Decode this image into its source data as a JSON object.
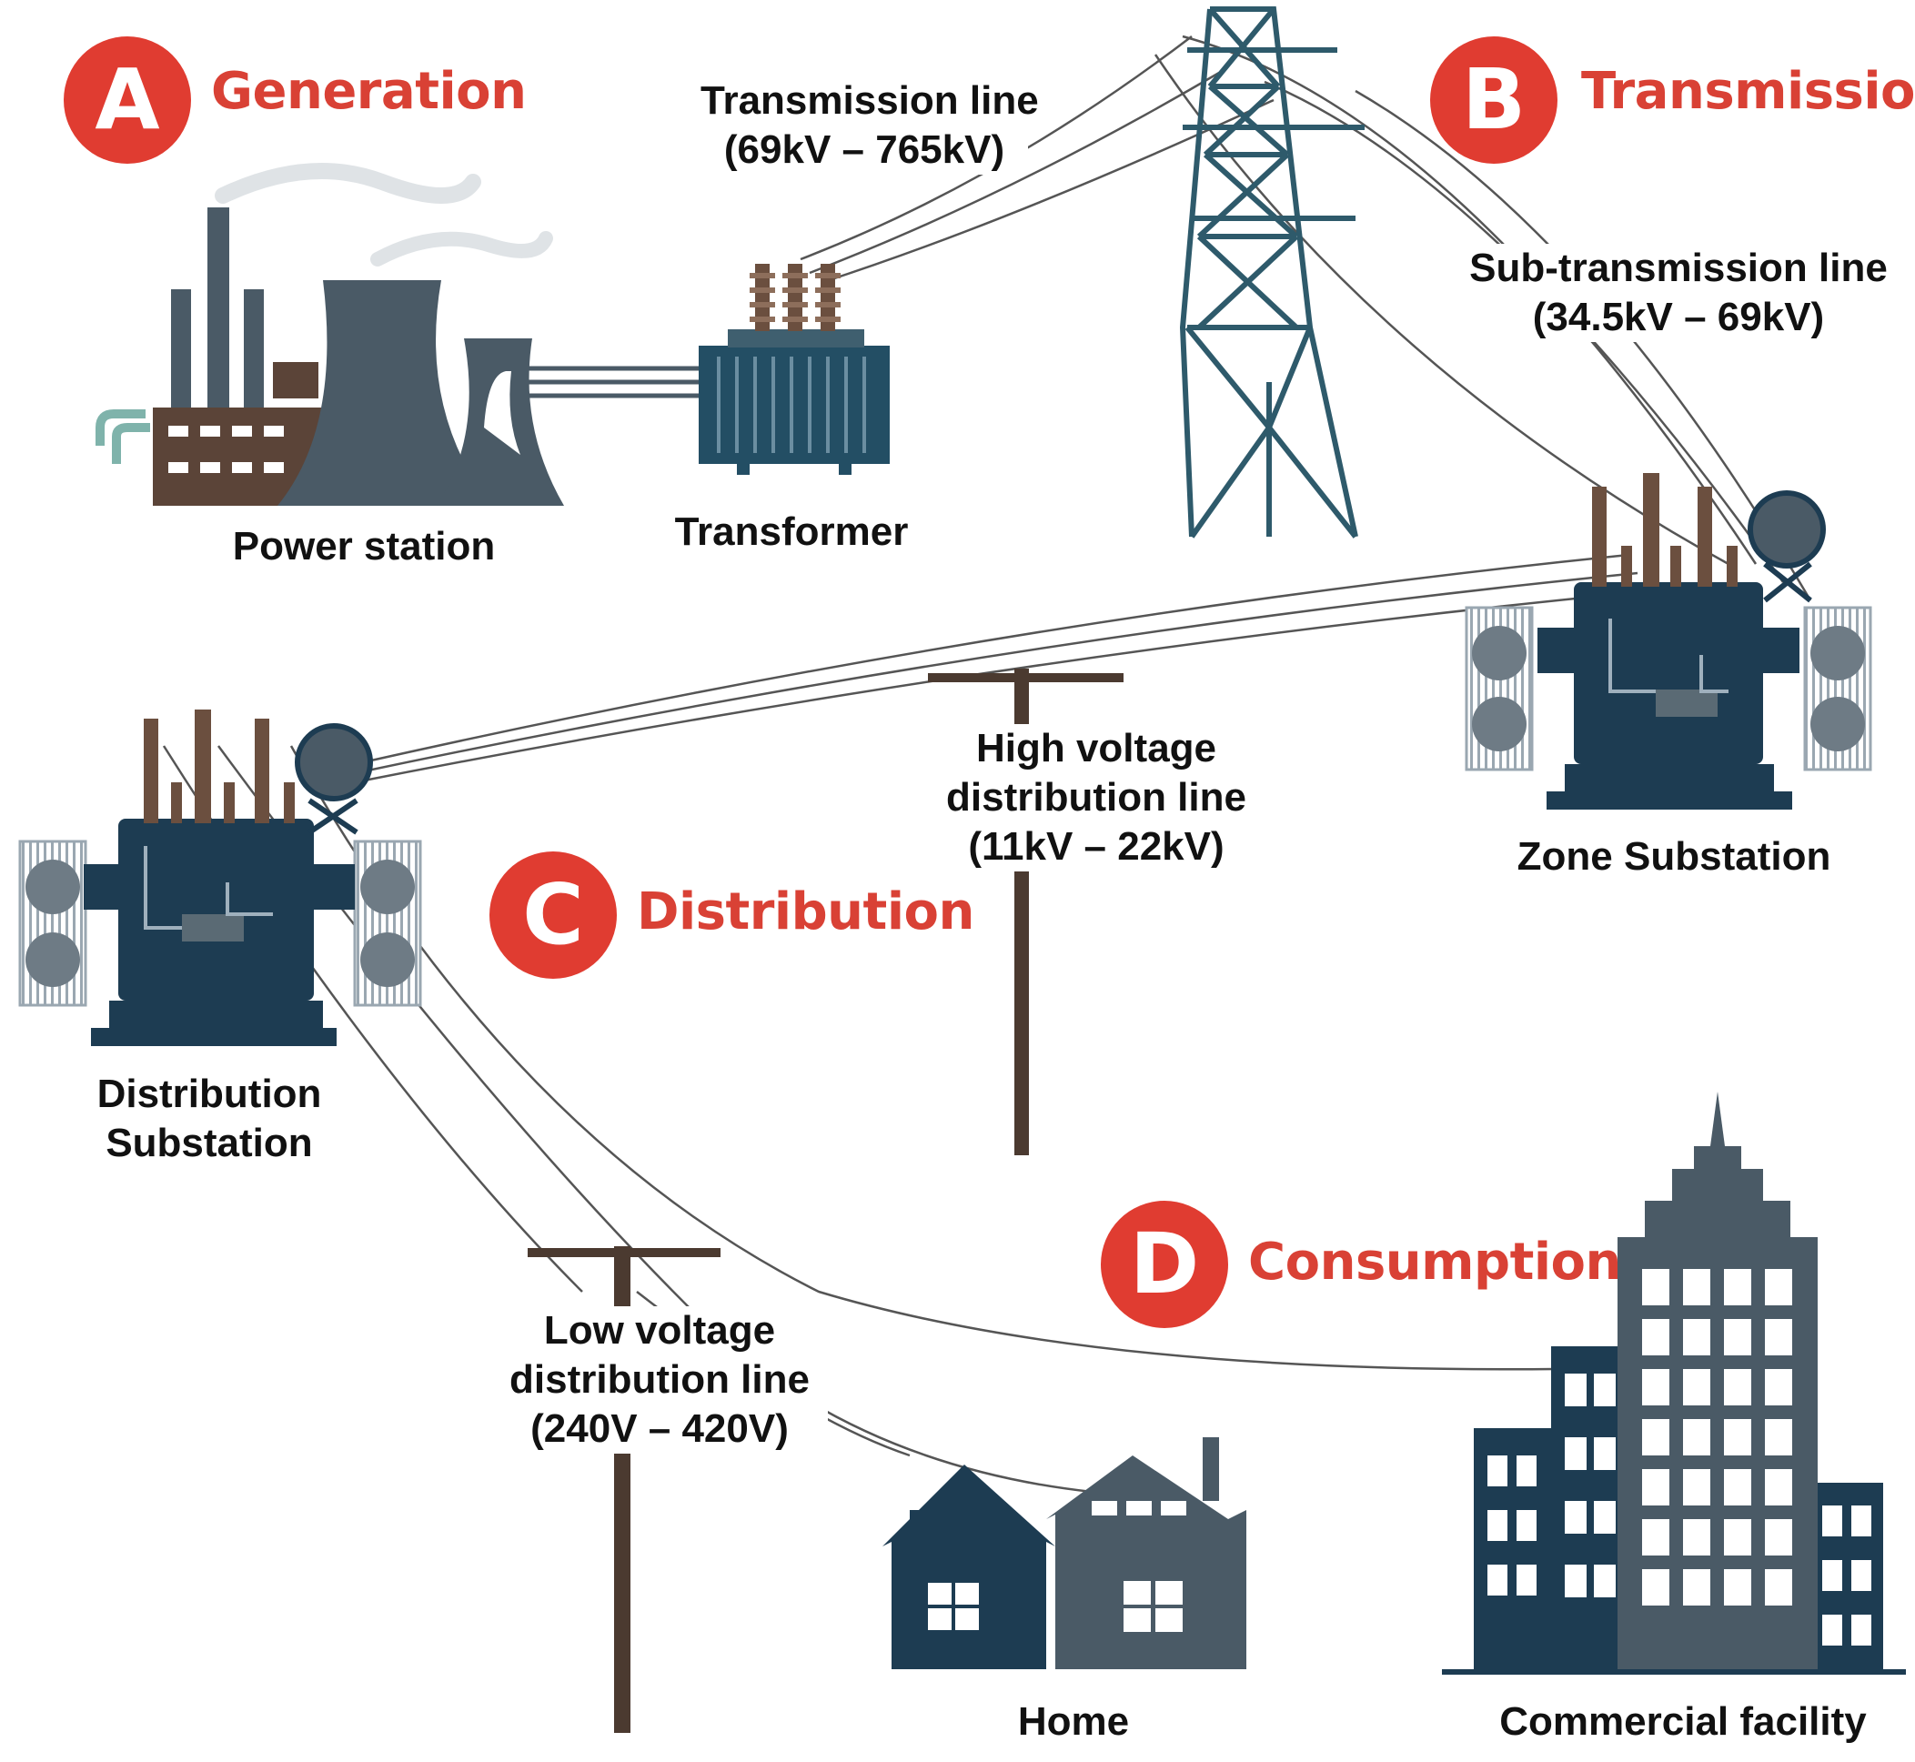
{
  "stages": {
    "a": {
      "letter": "A",
      "title": "Generation"
    },
    "b": {
      "letter": "B",
      "title": "Transmission"
    },
    "c": {
      "letter": "C",
      "title": "Distribution"
    },
    "d": {
      "letter": "D",
      "title": "Consumption"
    }
  },
  "labels": {
    "transmission_line": {
      "line1": "Transmission line",
      "line2": "(69kV – 765kV)"
    },
    "subtransmission_line": {
      "line1": "Sub-transmission line",
      "line2": "(34.5kV – 69kV)"
    },
    "power_station": "Power station",
    "transformer": "Transformer",
    "zone_substation": "Zone Substation",
    "hv_distribution_line": {
      "line1": "High voltage",
      "line2": "distribution line",
      "line3": "(11kV – 22kV)"
    },
    "distribution_substation": {
      "line1": "Distribution",
      "line2": "Substation"
    },
    "lv_distribution_line": {
      "line1": "Low voltage",
      "line2": "distribution line",
      "line3": "(240V – 420V)"
    },
    "home": "Home",
    "commercial_facility": "Commercial facility"
  },
  "colors": {
    "accent_red": "#e03c31",
    "dark_navy": "#1d3c52",
    "slate": "#4a5a66",
    "brown": "#5b4438",
    "pole_brown": "#4b3a30",
    "teal_pipe": "#7fb3ab",
    "tower_teal": "#2e5a6b",
    "wire": "#555555"
  }
}
